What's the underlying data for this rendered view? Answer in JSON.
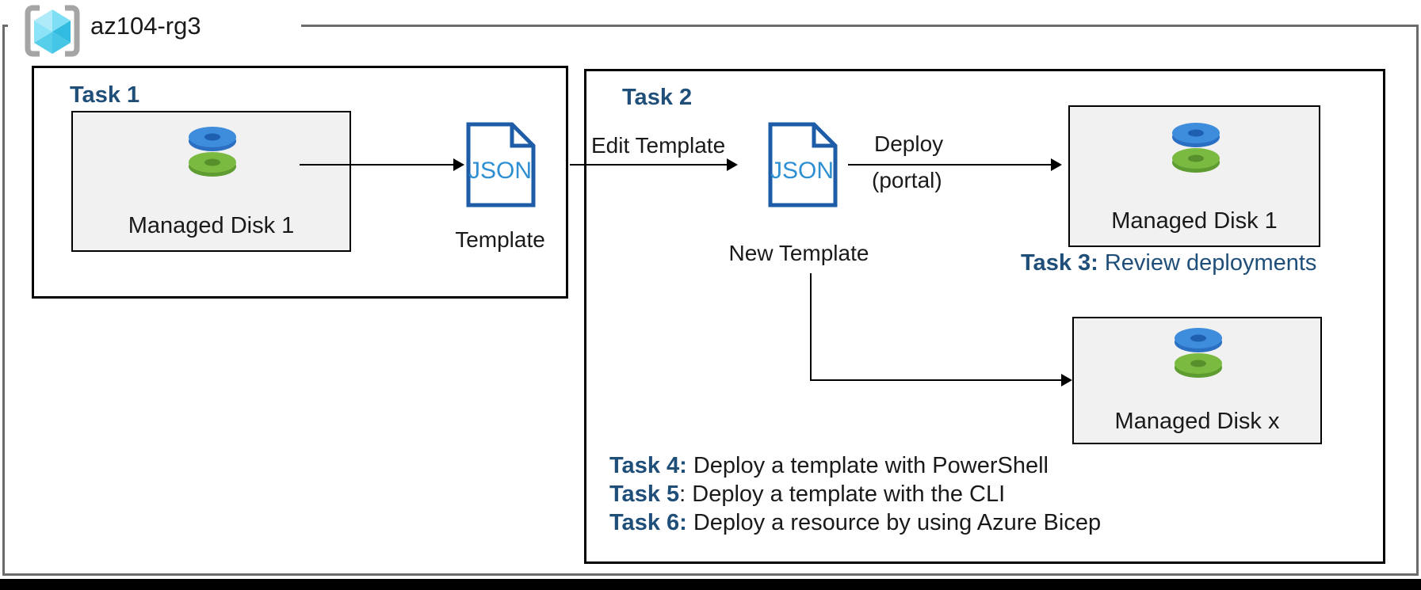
{
  "resource_group": {
    "name": "az104-rg3"
  },
  "icons": {
    "json_label": "JSON"
  },
  "task1": {
    "title": "Task 1",
    "disk_label": "Managed Disk 1",
    "template_label": "Template"
  },
  "task2": {
    "title": "Task 2",
    "edit_arrow_label": "Edit Template",
    "new_template_label": "New Template",
    "deploy_label_line1": "Deploy",
    "deploy_label_line2": "(portal)",
    "managed_disk1_label": "Managed Disk 1",
    "managed_diskx_label": "Managed Disk x"
  },
  "task3": {
    "prefix": "Task 3:",
    "text": " Review deployments"
  },
  "bottom_tasks": [
    {
      "prefix": "Task 4:",
      "text": " Deploy a template with PowerShell"
    },
    {
      "prefix": "Task 5",
      "text": ": Deploy a template with the CLI"
    },
    {
      "prefix": "Task 6:",
      "text": " Deploy a resource by using Azure Bicep"
    }
  ],
  "colors": {
    "heading_blue": "#1F4E79",
    "json_doc_border": "#1E5CA8",
    "json_doc_text": "#2E8FD2",
    "box_fill_gray": "#F1F1F1",
    "boundary_gray": "#6B6B6B",
    "disk_blue": "#3E8CDC",
    "disk_green": "#7BBA41"
  }
}
